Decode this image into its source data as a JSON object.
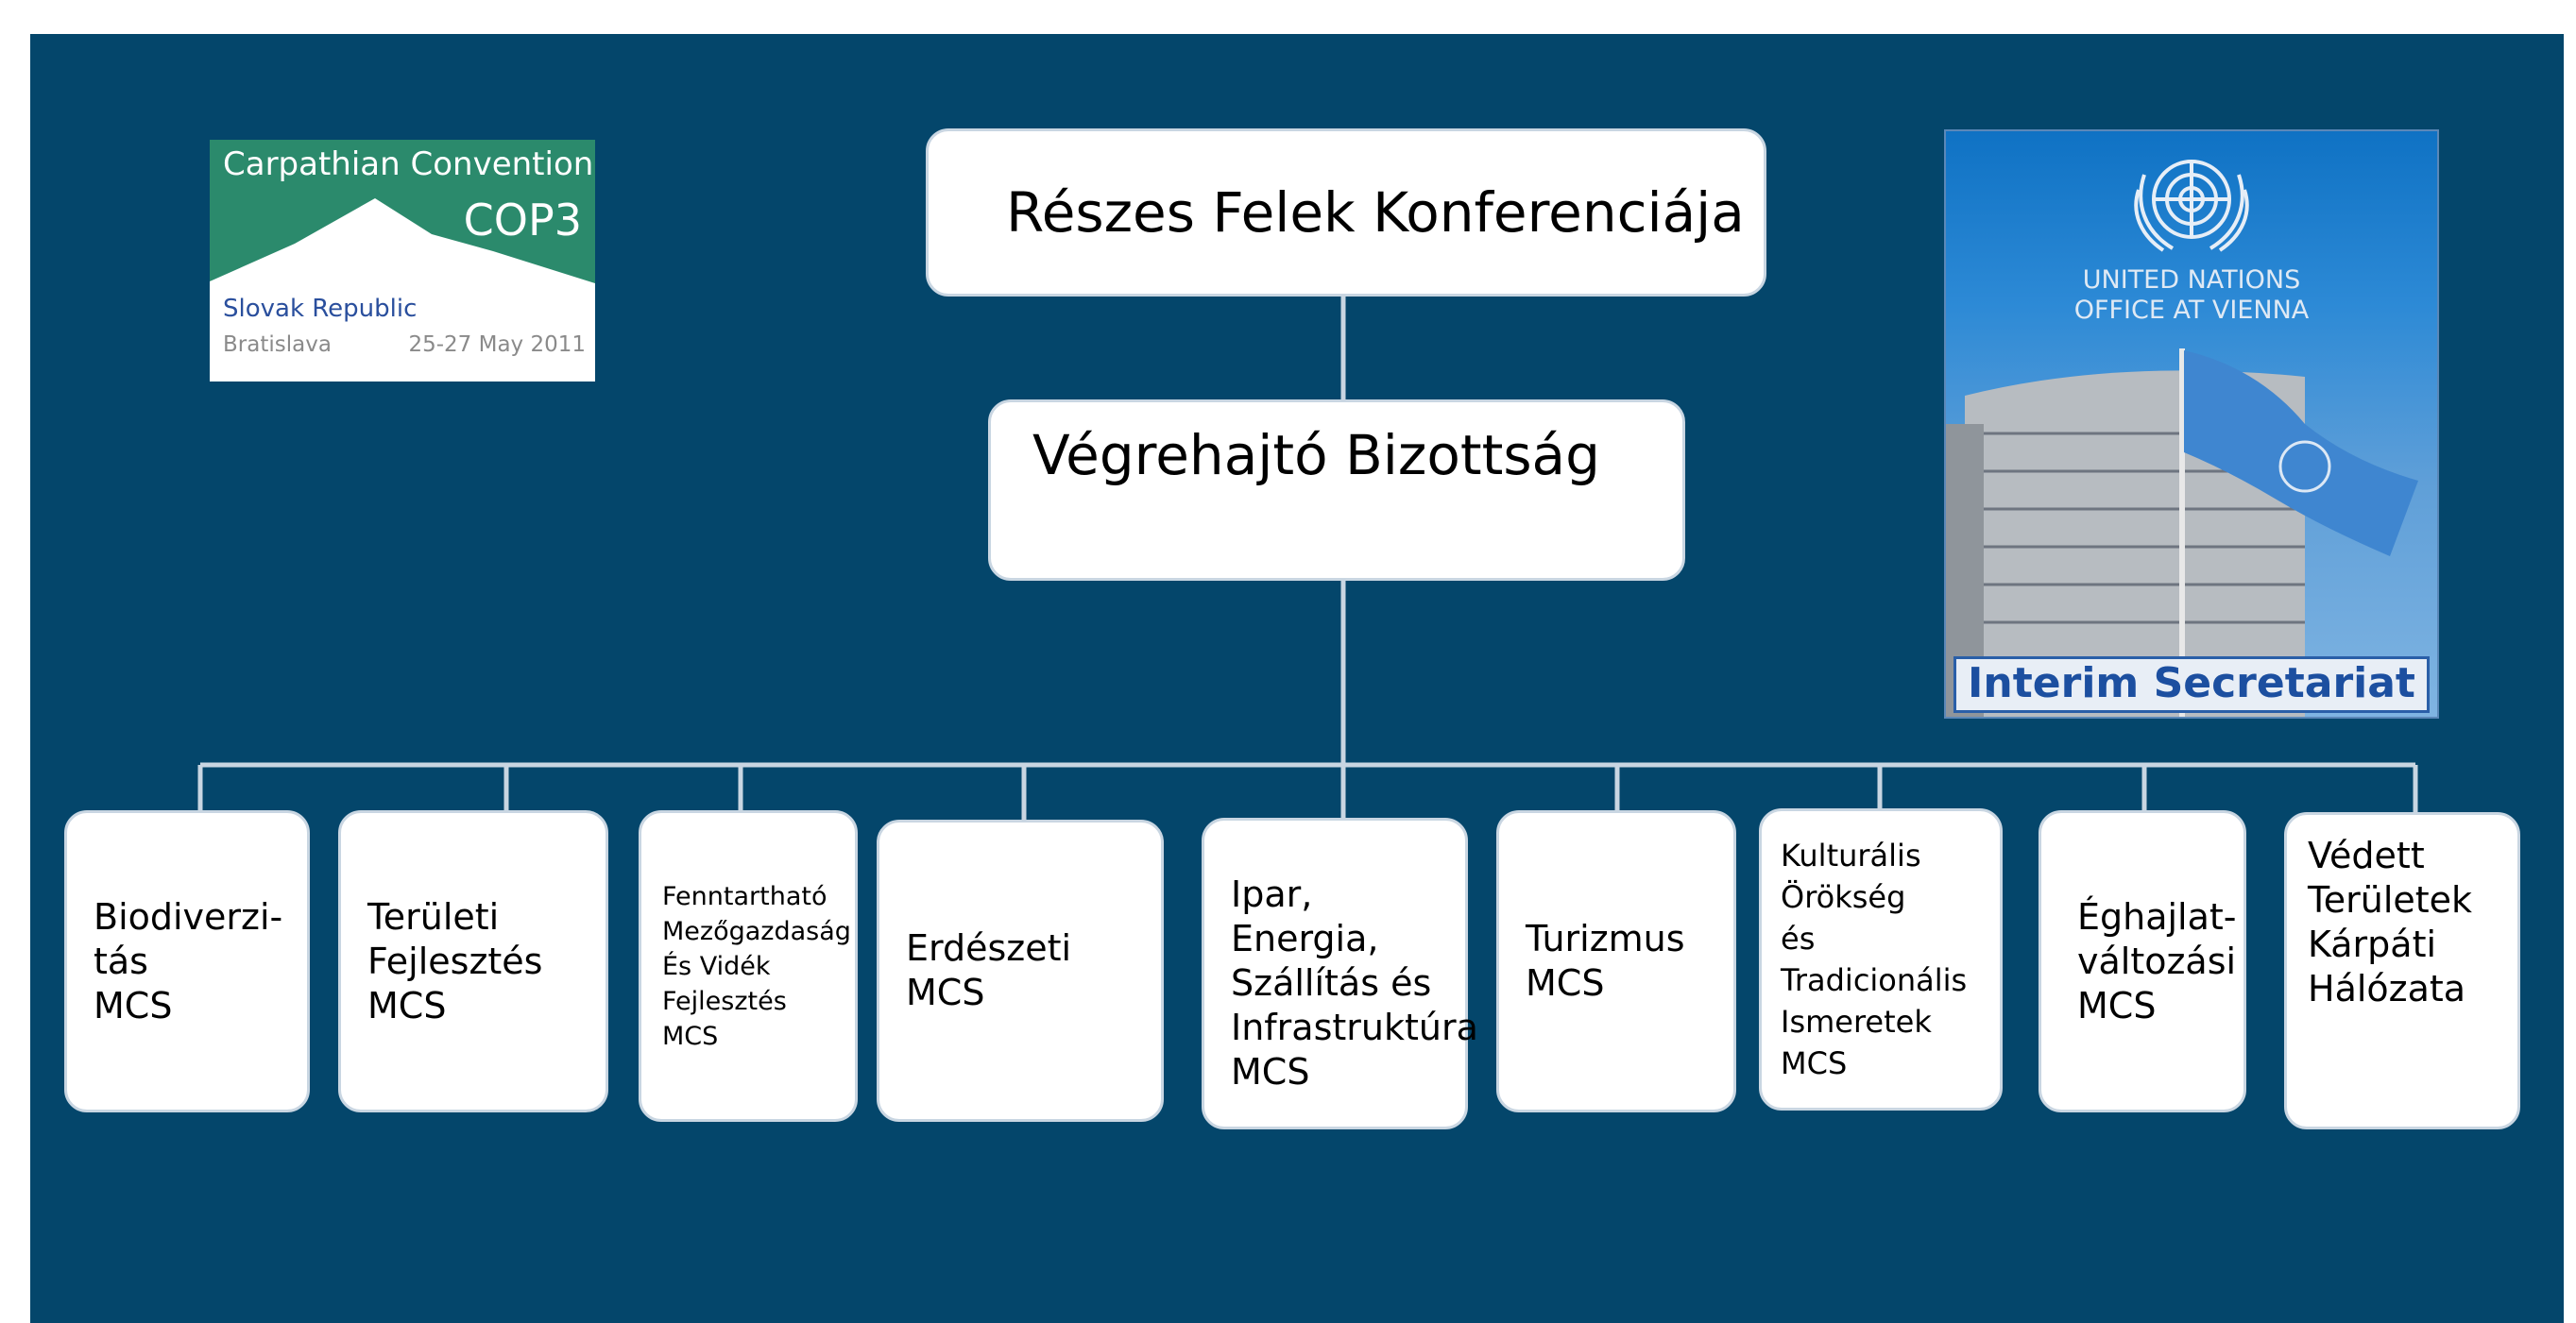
{
  "diagram": {
    "top_node": "Részes Felek Konferenciája",
    "second_node": "Végrehajtó Bizottság",
    "working_groups": [
      "Biodiverzi-\ntás\nMCS",
      "Területi\nFejlesztés\nMCS",
      "Fenntartható\nMezőgazdaság\nÉs Vidék\nFejlesztés\nMCS",
      "Erdészeti\nMCS",
      "Ipar,\nEnergia,\nSzállítás és\nInfrastruktúra\nMCS",
      "Turizmus\nMCS",
      "Kulturális\nÖrökség\nés\nTradicionális\nIsmeretek\nMCS",
      "Éghajlat-\nváltozási\nMCS",
      "Védett\nTerületek\nKárpáti\nHálózata"
    ]
  },
  "logo_carpathian": {
    "line1": "Carpathian Convention",
    "line2": "COP3",
    "line3": "Slovak Republic",
    "city": "Bratislava",
    "dates": "25-27 May 2011"
  },
  "logo_un": {
    "line1": "UNITED NATIONS",
    "line2": "OFFICE AT VIENNA",
    "caption": "Interim Secretariat"
  },
  "colors": {
    "background": "#04466b",
    "box": "#ffffff",
    "connector": "#c9d6e2"
  }
}
